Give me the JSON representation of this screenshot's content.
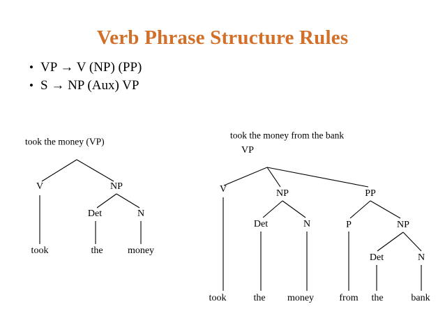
{
  "slide": {
    "title": "Verb Phrase Structure Rules",
    "title_color": "#D2702A",
    "background_color": "#ffffff",
    "text_color": "#000000"
  },
  "bullets": [
    {
      "marker": "•",
      "text": "VP → V (NP) (PP)"
    },
    {
      "marker": "•",
      "text": "S → NP (Aux) VP"
    }
  ],
  "trees": {
    "left": {
      "caption": "took the money (VP)",
      "nodes": {
        "root": "",
        "v": "V",
        "np": "NP",
        "det": "Det",
        "n": "N"
      },
      "terminals": {
        "took": "took",
        "the": "the",
        "money": "money"
      }
    },
    "right": {
      "caption": "took the money from the bank",
      "nodes": {
        "vp": "VP",
        "v": "V",
        "np": "NP",
        "det": "Det",
        "n": "N",
        "pp": "PP",
        "p": "P",
        "np2": "NP",
        "det2": "Det",
        "n2": "N"
      },
      "terminals": {
        "took": "took",
        "the": "the",
        "money": "money",
        "from": "from",
        "the2": "the",
        "bank": "bank"
      }
    }
  }
}
